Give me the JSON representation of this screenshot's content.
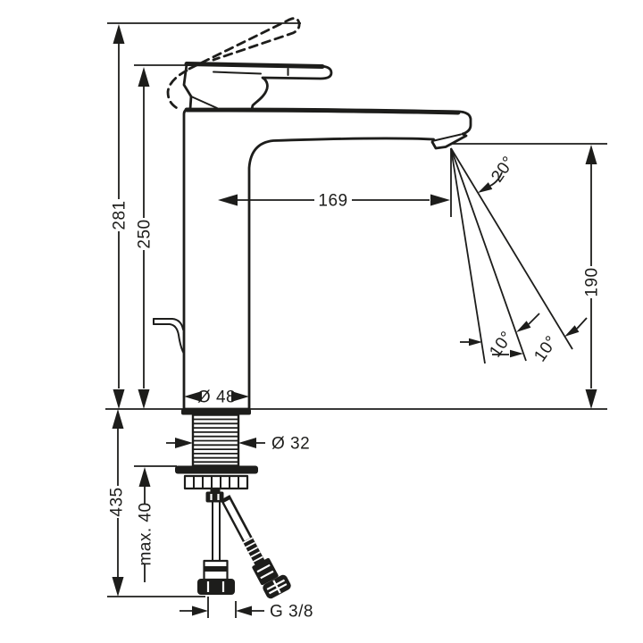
{
  "colors": {
    "line": "#1d1d1b",
    "background": "#ffffff"
  },
  "labels": {
    "total_height": "281",
    "height_to_spout_base": "250",
    "spout_reach": "169",
    "spout_height": "190",
    "stream_angle": "20°",
    "stream_angle_left": "10°",
    "stream_angle_right": "10°",
    "base_diameter": "Ø 48",
    "shank_diameter": "Ø 32",
    "hose_clearance": "435",
    "max_deck_thickness": "max. 40",
    "connection_thread": "G 3/8"
  }
}
